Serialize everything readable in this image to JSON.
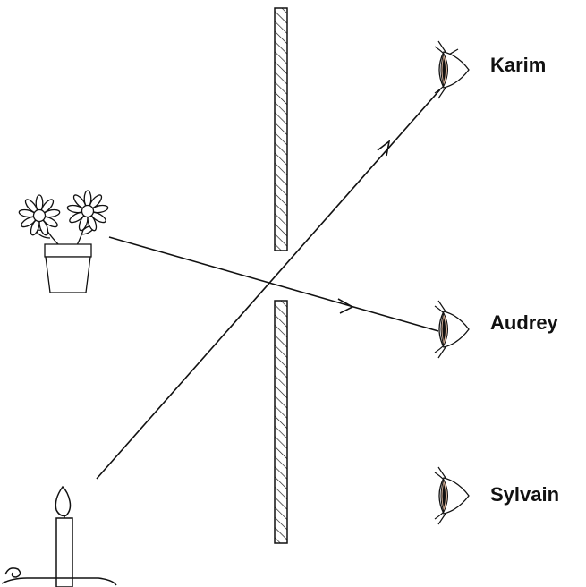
{
  "observers": [
    {
      "id": "karim",
      "name": "Karim"
    },
    {
      "id": "audrey",
      "name": "Audrey"
    },
    {
      "id": "sylvain",
      "name": "Sylvain"
    }
  ],
  "objects": {
    "flower_pot": {
      "icon": "flower-pot-icon"
    },
    "candle": {
      "icon": "candle-icon"
    }
  },
  "rays": [
    {
      "from": "candle",
      "to": "karim"
    },
    {
      "from": "flower_pot",
      "to": "audrey"
    }
  ],
  "colors": {
    "stroke": "#111111",
    "iris": "#d9b39a",
    "background": "#ffffff"
  }
}
